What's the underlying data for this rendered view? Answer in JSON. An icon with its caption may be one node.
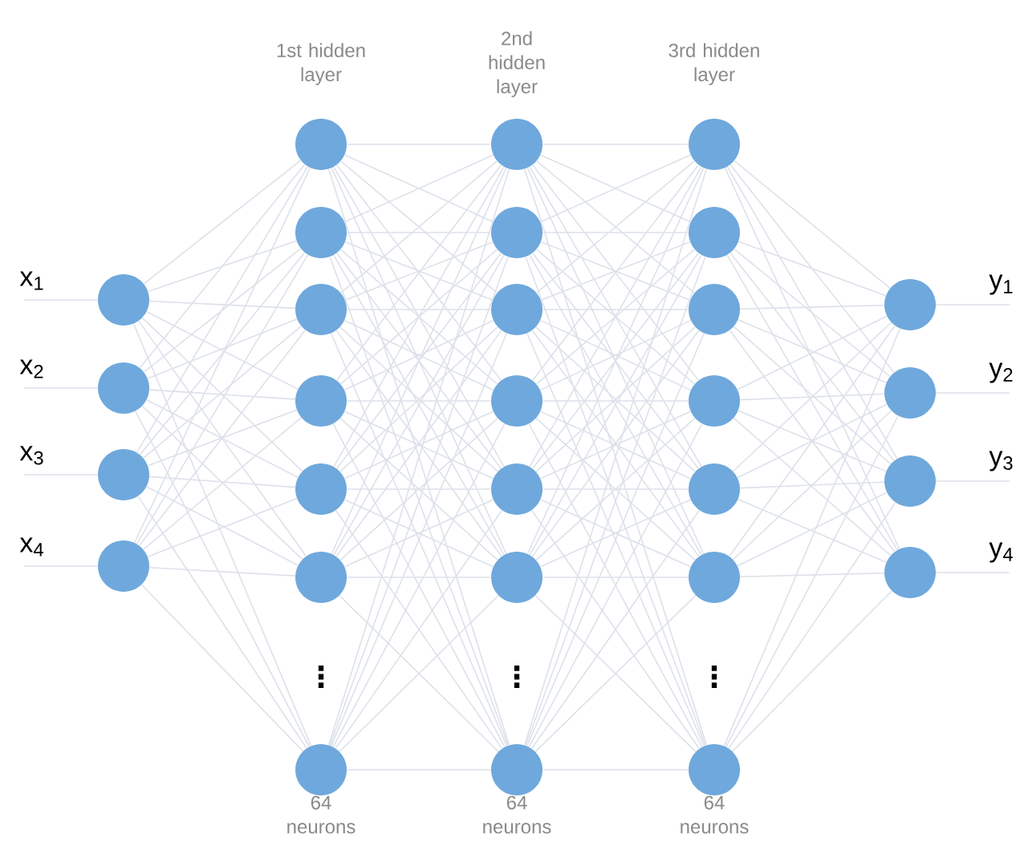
{
  "diagram": {
    "nodes": [
      {
        "text": [],
        "shape": "circle"
      },
      {
        "text": [],
        "shape": "circle"
      },
      {
        "text": [],
        "shape": "circle"
      },
      {
        "text": [],
        "shape": "circle"
      },
      {
        "text": [],
        "shape": "circle"
      },
      {
        "text": [],
        "shape": "circle"
      },
      {
        "text": [],
        "shape": "circle"
      },
      {
        "text": [],
        "shape": "circle"
      },
      {
        "text": [],
        "shape": "circle"
      },
      {
        "text": [],
        "shape": "circle"
      },
      {
        "text": [],
        "shape": "circle"
      },
      {
        "text": [],
        "shape": "circle"
      },
      {
        "text": [],
        "shape": "circle"
      },
      {
        "text": [],
        "shape": "circle"
      },
      {
        "text": [],
        "shape": "circle"
      },
      {
        "text": [],
        "shape": "circle"
      },
      {
        "text": [],
        "shape": "circle"
      },
      {
        "text": [],
        "shape": "circle"
      },
      {
        "text": [],
        "shape": "circle"
      },
      {
        "text": [],
        "shape": "circle"
      },
      {
        "text": [],
        "shape": "circle"
      },
      {
        "text": [],
        "shape": "circle"
      },
      {
        "text": [],
        "shape": "circle"
      },
      {
        "text": [],
        "shape": "circle"
      },
      {
        "text": [],
        "shape": "circle"
      },
      {
        "text": [],
        "shape": "circle"
      },
      {
        "text": [],
        "shape": "circle"
      },
      {
        "text": [],
        "shape": "circle"
      },
      {
        "text": [],
        "shape": "circle"
      }
    ],
    "edges": [
      {
        "from": null,
        "to": 0,
        "arrow": "none",
        "label": "x$_{1}$"
      },
      {
        "from": null,
        "to": 1,
        "arrow": "none",
        "label": "x$_{2}$"
      },
      {
        "from": null,
        "to": 2,
        "arrow": "none",
        "label": "x$_{3}$"
      },
      {
        "from": null,
        "to": 3,
        "arrow": "none",
        "label": "x$_{4}$"
      },
      {
        "from": 0,
        "to": 4,
        "arrow": "none"
      },
      {
        "from": 0,
        "to": 5,
        "arrow": "none"
      },
      {
        "from": 0,
        "to": 6,
        "arrow": "none"
      },
      {
        "from": 0,
        "to": 7,
        "arrow": "none"
      },
      {
        "from": 0,
        "to": 8,
        "arrow": "none"
      },
      {
        "from": 0,
        "to": 9,
        "arrow": "none"
      },
      {
        "from": 0,
        "to": 10,
        "arrow": "none"
      },
      {
        "from": 1,
        "to": 4,
        "arrow": "none"
      },
      {
        "from": 1,
        "to": 5,
        "arrow": "none"
      },
      {
        "from": 1,
        "to": 6,
        "arrow": "none"
      },
      {
        "from": 1,
        "to": 7,
        "arrow": "none"
      },
      {
        "from": 1,
        "to": 8,
        "arrow": "none"
      },
      {
        "from": 1,
        "to": 9,
        "arrow": "none"
      },
      {
        "from": 1,
        "to": 10,
        "arrow": "none"
      },
      {
        "from": 2,
        "to": 4,
        "arrow": "none"
      },
      {
        "from": 2,
        "to": 5,
        "arrow": "none"
      },
      {
        "from": 2,
        "to": 6,
        "arrow": "none"
      },
      {
        "from": 2,
        "to": 7,
        "arrow": "none"
      },
      {
        "from": 2,
        "to": 8,
        "arrow": "none"
      },
      {
        "from": 2,
        "to": 9,
        "arrow": "none"
      },
      {
        "from": 2,
        "to": 10,
        "arrow": "none"
      },
      {
        "from": 3,
        "to": 4,
        "arrow": "none"
      },
      {
        "from": 3,
        "to": 5,
        "arrow": "none"
      },
      {
        "from": 3,
        "to": 6,
        "arrow": "none"
      },
      {
        "from": 3,
        "to": 7,
        "arrow": "none"
      },
      {
        "from": 3,
        "to": 8,
        "arrow": "none"
      },
      {
        "from": 3,
        "to": 9,
        "arrow": "none"
      },
      {
        "from": 3,
        "to": 10,
        "arrow": "none"
      },
      {
        "from": 4,
        "to": 11,
        "arrow": "none"
      },
      {
        "from": 4,
        "to": 12,
        "arrow": "none"
      },
      {
        "from": 4,
        "to": 13,
        "arrow": "none"
      },
      {
        "from": 4,
        "to": 14,
        "arrow": "none"
      },
      {
        "from": 4,
        "to": 15,
        "arrow": "none"
      },
      {
        "from": 4,
        "to": 16,
        "arrow": "none"
      },
      {
        "from": 4,
        "to": 17,
        "arrow": "none"
      },
      {
        "from": 5,
        "to": 11,
        "arrow": "none"
      },
      {
        "from": 5,
        "to": 12,
        "arrow": "none"
      },
      {
        "from": 5,
        "to": 13,
        "arrow": "none"
      },
      {
        "from": 5,
        "to": 14,
        "arrow": "none"
      },
      {
        "from": 5,
        "to": 15,
        "arrow": "none"
      },
      {
        "from": 5,
        "to": 16,
        "arrow": "none"
      },
      {
        "from": 5,
        "to": 17,
        "arrow": "none"
      },
      {
        "from": 6,
        "to": 11,
        "arrow": "none"
      },
      {
        "from": 6,
        "to": 12,
        "arrow": "none"
      },
      {
        "from": 6,
        "to": 13,
        "arrow": "none"
      },
      {
        "from": 6,
        "to": 14,
        "arrow": "none"
      },
      {
        "from": 6,
        "to": 15,
        "arrow": "none"
      },
      {
        "from": 6,
        "to": 16,
        "arrow": "none"
      },
      {
        "from": 6,
        "to": 17,
        "arrow": "none"
      },
      {
        "from": 7,
        "to": 11,
        "arrow": "none"
      },
      {
        "from": 7,
        "to": 12,
        "arrow": "none"
      },
      {
        "from": 7,
        "to": 13,
        "arrow": "none"
      },
      {
        "from": 7,
        "to": 14,
        "arrow": "none"
      },
      {
        "from": 7,
        "to": 15,
        "arrow": "none"
      },
      {
        "from": 7,
        "to": 16,
        "arrow": "none"
      },
      {
        "from": 7,
        "to": 17,
        "arrow": "none"
      },
      {
        "from": 8,
        "to": 11,
        "arrow": "none"
      },
      {
        "from": 8,
        "to": 12,
        "arrow": "none"
      },
      {
        "from": 8,
        "to": 13,
        "arrow": "none"
      },
      {
        "from": 8,
        "to": 14,
        "arrow": "none"
      },
      {
        "from": 8,
        "to": 15,
        "arrow": "none"
      },
      {
        "from": 8,
        "to": 16,
        "arrow": "none"
      },
      {
        "from": 8,
        "to": 17,
        "arrow": "none"
      },
      {
        "from": 9,
        "to": 11,
        "arrow": "none"
      },
      {
        "from": 9,
        "to": 12,
        "arrow": "none"
      },
      {
        "from": 9,
        "to": 13,
        "arrow": "none"
      },
      {
        "from": 9,
        "to": 14,
        "arrow": "none"
      },
      {
        "from": 9,
        "to": 15,
        "arrow": "none"
      },
      {
        "from": 9,
        "to": 16,
        "arrow": "none"
      },
      {
        "from": 9,
        "to": 17,
        "arrow": "none"
      },
      {
        "from": 10,
        "to": 11,
        "arrow": "none"
      },
      {
        "from": 10,
        "to": 12,
        "arrow": "none"
      },
      {
        "from": 10,
        "to": 13,
        "arrow": "none"
      },
      {
        "from": 10,
        "to": 14,
        "arrow": "none"
      },
      {
        "from": 10,
        "to": 15,
        "arrow": "none"
      },
      {
        "from": 10,
        "to": 16,
        "arrow": "none"
      },
      {
        "from": 10,
        "to": 17,
        "arrow": "none"
      },
      {
        "from": 11,
        "to": 18,
        "arrow": "none"
      },
      {
        "from": 11,
        "to": 19,
        "arrow": "none"
      },
      {
        "from": 11,
        "to": 20,
        "arrow": "none"
      },
      {
        "from": 11,
        "to": 21,
        "arrow": "none"
      },
      {
        "from": 11,
        "to": 22,
        "arrow": "none"
      },
      {
        "from": 11,
        "to": 23,
        "arrow": "none"
      },
      {
        "from": 11,
        "to": 24,
        "arrow": "none"
      },
      {
        "from": 12,
        "to": 18,
        "arrow": "none"
      },
      {
        "from": 12,
        "to": 19,
        "arrow": "none"
      },
      {
        "from": 12,
        "to": 20,
        "arrow": "none"
      },
      {
        "from": 12,
        "to": 21,
        "arrow": "none"
      },
      {
        "from": 12,
        "to": 22,
        "arrow": "none"
      },
      {
        "from": 12,
        "to": 23,
        "arrow": "none"
      },
      {
        "from": 12,
        "to": 24,
        "arrow": "none"
      },
      {
        "from": 13,
        "to": 18,
        "arrow": "none"
      },
      {
        "from": 13,
        "to": 19,
        "arrow": "none"
      },
      {
        "from": 13,
        "to": 20,
        "arrow": "none"
      },
      {
        "from": 13,
        "to": 21,
        "arrow": "none"
      },
      {
        "from": 13,
        "to": 22,
        "arrow": "none"
      },
      {
        "from": 13,
        "to": 23,
        "arrow": "none"
      },
      {
        "from": 13,
        "to": 24,
        "arrow": "none"
      },
      {
        "from": 14,
        "to": 18,
        "arrow": "none"
      },
      {
        "from": 14,
        "to": 19,
        "arrow": "none"
      },
      {
        "from": 14,
        "to": 20,
        "arrow": "none"
      },
      {
        "from": 14,
        "to": 21,
        "arrow": "none"
      },
      {
        "from": 14,
        "to": 22,
        "arrow": "none"
      },
      {
        "from": 14,
        "to": 23,
        "arrow": "none"
      },
      {
        "from": 14,
        "to": 24,
        "arrow": "none"
      },
      {
        "from": 15,
        "to": 18,
        "arrow": "none"
      },
      {
        "from": 15,
        "to": 19,
        "arrow": "none"
      },
      {
        "from": 15,
        "to": 20,
        "arrow": "none"
      },
      {
        "from": 15,
        "to": 21,
        "arrow": "none"
      },
      {
        "from": 15,
        "to": 22,
        "arrow": "none"
      },
      {
        "from": 15,
        "to": 23,
        "arrow": "none"
      },
      {
        "from": 15,
        "to": 24,
        "arrow": "none"
      },
      {
        "from": 16,
        "to": 18,
        "arrow": "none"
      },
      {
        "from": 16,
        "to": 19,
        "arrow": "none"
      },
      {
        "from": 16,
        "to": 20,
        "arrow": "none"
      },
      {
        "from": 16,
        "to": 21,
        "arrow": "none"
      },
      {
        "from": 16,
        "to": 22,
        "arrow": "none"
      },
      {
        "from": 16,
        "to": 23,
        "arrow": "none"
      },
      {
        "from": 16,
        "to": 24,
        "arrow": "none"
      },
      {
        "from": 17,
        "to": 18,
        "arrow": "none"
      },
      {
        "from": 17,
        "to": 19,
        "arrow": "none"
      },
      {
        "from": 17,
        "to": 20,
        "arrow": "none"
      },
      {
        "from": 17,
        "to": 21,
        "arrow": "none"
      },
      {
        "from": 17,
        "to": 22,
        "arrow": "none"
      },
      {
        "from": 17,
        "to": 23,
        "arrow": "none"
      },
      {
        "from": 17,
        "to": 24,
        "arrow": "none"
      },
      {
        "from": 18,
        "to": 25,
        "arrow": "none"
      },
      {
        "from": 18,
        "to": 26,
        "arrow": "none"
      },
      {
        "from": 18,
        "to": 27,
        "arrow": "none"
      },
      {
        "from": 18,
        "to": 28,
        "arrow": "none"
      },
      {
        "from": 19,
        "to": 25,
        "arrow": "none"
      },
      {
        "from": 19,
        "to": 26,
        "arrow": "none"
      },
      {
        "from": 19,
        "to": 27,
        "arrow": "none"
      },
      {
        "from": 19,
        "to": 28,
        "arrow": "none"
      },
      {
        "from": 20,
        "to": 25,
        "arrow": "none"
      },
      {
        "from": 20,
        "to": 26,
        "arrow": "none"
      },
      {
        "from": 20,
        "to": 27,
        "arrow": "none"
      },
      {
        "from": 20,
        "to": 28,
        "arrow": "none"
      },
      {
        "from": 21,
        "to": 25,
        "arrow": "none"
      },
      {
        "from": 21,
        "to": 26,
        "arrow": "none"
      },
      {
        "from": 21,
        "to": 27,
        "arrow": "none"
      },
      {
        "from": 21,
        "to": 28,
        "arrow": "none"
      },
      {
        "from": 22,
        "to": 25,
        "arrow": "none"
      },
      {
        "from": 22,
        "to": 26,
        "arrow": "none"
      },
      {
        "from": 22,
        "to": 27,
        "arrow": "none"
      },
      {
        "from": 22,
        "to": 28,
        "arrow": "none"
      },
      {
        "from": 23,
        "to": 25,
        "arrow": "none"
      },
      {
        "from": 23,
        "to": 26,
        "arrow": "none"
      },
      {
        "from": 23,
        "to": 27,
        "arrow": "none"
      },
      {
        "from": 23,
        "to": 28,
        "arrow": "none"
      },
      {
        "from": 24,
        "to": 25,
        "arrow": "none"
      },
      {
        "from": 24,
        "to": 26,
        "arrow": "none"
      },
      {
        "from": 24,
        "to": 27,
        "arrow": "none"
      },
      {
        "from": 24,
        "to": 28,
        "arrow": "none"
      },
      {
        "from": 25,
        "to": null,
        "arrow": "none",
        "label": "y$_{1}$"
      },
      {
        "from": 26,
        "to": null,
        "arrow": "none",
        "label": "y$_{2}$"
      },
      {
        "from": 27,
        "to": null,
        "arrow": "none",
        "label": "y$_{3}$"
      },
      {
        "from": 28,
        "to": null,
        "arrow": "none",
        "label": "y$_{4}$"
      }
    ],
    "labels": [
      "1st hidden layer",
      "2nd hidden layer",
      "3rd hidden layer",
      "⋮",
      "⋮",
      "⋮",
      "64 neurons",
      "64 neurons",
      "64 neurons"
    ]
  }
}
